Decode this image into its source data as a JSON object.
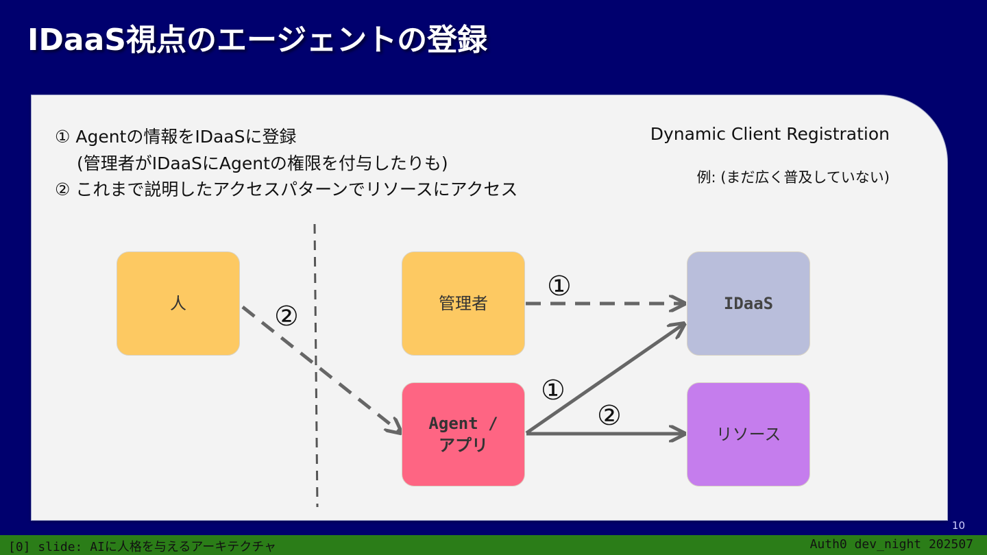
{
  "slide": {
    "title": "IDaaS視点のエージェントの登録",
    "page_number": "10"
  },
  "panel": {
    "line1": "① Agentの情報をIDaaSに登録",
    "line2": "(管理者がIDaaSにAgentの権限を付与したりも)",
    "line3": "② これまで説明したアクセスパターンでリソースにアクセス",
    "side_title": "Dynamic Client Registration",
    "side_example": "例: (まだ広く普及していない)"
  },
  "diagram": {
    "nodes": {
      "human": "人",
      "admin": "管理者",
      "idaas": "IDaaS",
      "agent": "Agent /\nアプリ",
      "resource": "リソース"
    },
    "labels": {
      "admin_to_idaas": "①",
      "agent_to_idaas": "①",
      "agent_to_resource": "②",
      "human_to_agent": "②"
    }
  },
  "statusbar": {
    "left": "[0] slide: AIに人格を与えるアーキテクチャ",
    "right": "Auth0 dev_night 202507"
  },
  "colors": {
    "background": "#00006e",
    "panel": "#f3f3f3",
    "human_node": "#fdc962",
    "admin_node": "#fdc962",
    "idaas_node": "#b9bedb",
    "agent_node": "#fe6583",
    "resource_node": "#c57ded",
    "arrow": "#666666",
    "statusbar": "#2b7d18"
  }
}
